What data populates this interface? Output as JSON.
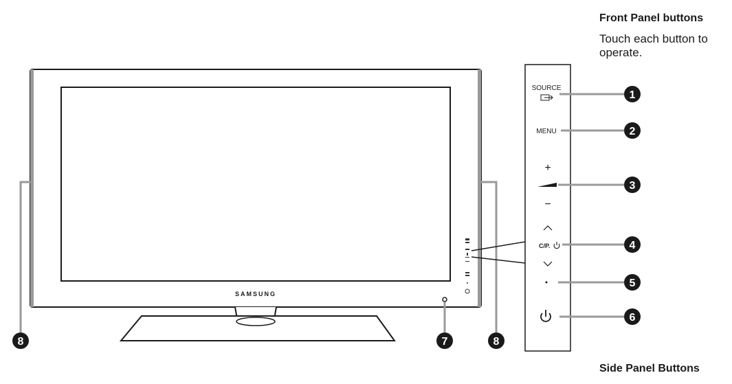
{
  "front_panel": {
    "heading": "Front Panel buttons",
    "description": "Touch each button to operate.",
    "buttons": [
      {
        "number": "1",
        "label": "SOURCE"
      },
      {
        "number": "2",
        "label": "MENU"
      },
      {
        "number": "3",
        "label_plus": "+",
        "label_minus": "−"
      },
      {
        "number": "4",
        "label": "C/P."
      },
      {
        "number": "5",
        "label": "•"
      },
      {
        "number": "6",
        "label": ""
      }
    ]
  },
  "tv": {
    "brand": "SAMSUNG",
    "sensor_callout": "7",
    "side_callout": "8"
  },
  "side_panel": {
    "heading": "Side Panel Buttons"
  },
  "icons": [
    "source-icon",
    "power-icon",
    "volume-ramp-icon",
    "chevron-up-icon",
    "chevron-down-icon"
  ]
}
